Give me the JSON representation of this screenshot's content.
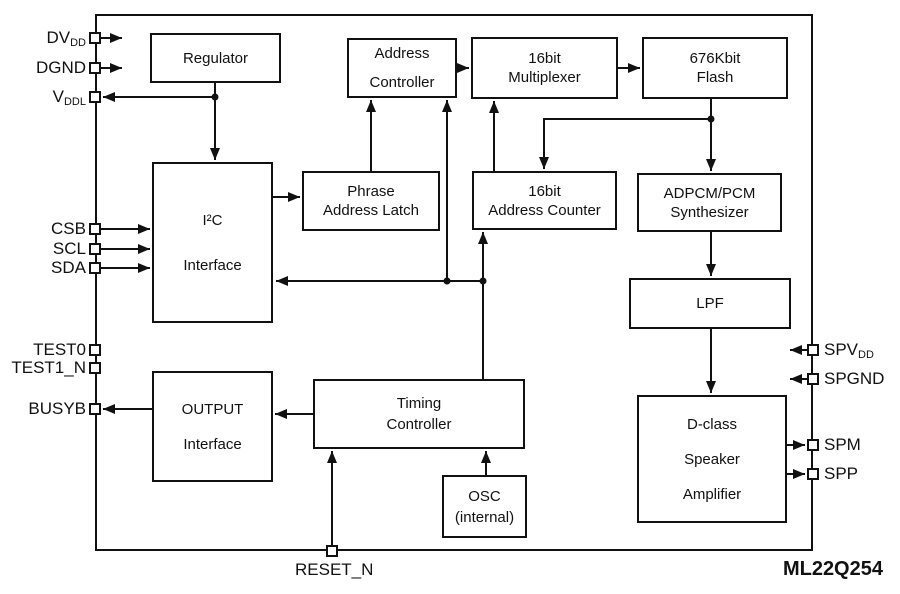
{
  "diagram": {
    "part_number": "ML22Q254",
    "blocks": {
      "regulator": {
        "l1": "Regulator"
      },
      "address_controller": {
        "l1": "Address",
        "l2": "Controller"
      },
      "multiplexer_16bit": {
        "l1": "16bit",
        "l2": "Multiplexer"
      },
      "flash_676kbit": {
        "l1": "676Kbit",
        "l2": "Flash"
      },
      "i2c_interface": {
        "l1": "I²C",
        "l2": "Interface"
      },
      "phrase_address_latch": {
        "l1": "Phrase",
        "l2": "Address Latch"
      },
      "address_counter_16bit": {
        "l1": "16bit",
        "l2": "Address Counter"
      },
      "adpcm_synthesizer": {
        "l1": "ADPCM/PCM",
        "l2": "Synthesizer"
      },
      "lpf": {
        "l1": "LPF"
      },
      "dclass_amplifier": {
        "l1": "D-class",
        "l2": "Speaker",
        "l3": "Amplifier"
      },
      "output_interface": {
        "l1": "OUTPUT",
        "l2": "Interface"
      },
      "timing_controller": {
        "l1": "Timing",
        "l2": "Controller"
      },
      "osc": {
        "l1": "OSC",
        "l2": "(internal)"
      }
    },
    "pins": {
      "dvdd": {
        "base": "DV",
        "sub": "DD"
      },
      "dgnd": {
        "base": "DGND"
      },
      "vddl": {
        "base": "V",
        "sub": "DDL"
      },
      "csb": {
        "base": "CSB"
      },
      "scl": {
        "base": "SCL"
      },
      "sda": {
        "base": "SDA"
      },
      "test0": {
        "base": "TEST0"
      },
      "test1_n": {
        "base": "TEST1_N"
      },
      "busyb": {
        "base": "BUSYB"
      },
      "spvdd": {
        "base": "SPV",
        "sub": "DD"
      },
      "spgnd": {
        "base": "SPGND"
      },
      "spm": {
        "base": "SPM"
      },
      "spp": {
        "base": "SPP"
      },
      "reset_n": {
        "base": "RESET_N"
      }
    },
    "colors": {
      "line": "#111111",
      "background": "#ffffff"
    }
  }
}
